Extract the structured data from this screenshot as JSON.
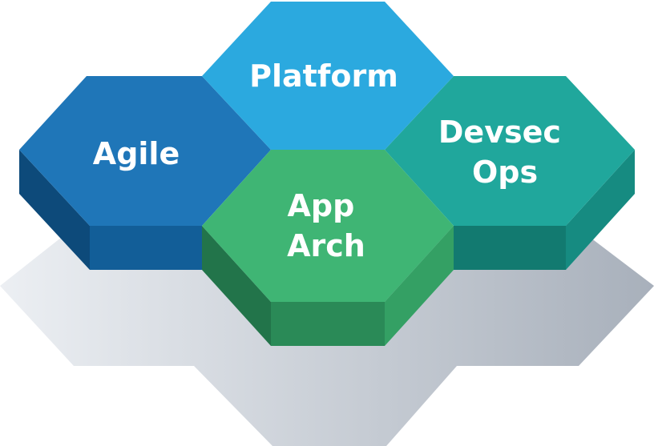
{
  "diagram": {
    "hexagons": [
      {
        "id": "agile",
        "lines": [
          "Agile"
        ],
        "colors": {
          "top": "#1f76b8",
          "left": "#0d4a7a",
          "front": "#125e98"
        }
      },
      {
        "id": "platform",
        "lines": [
          "Platform"
        ],
        "colors": {
          "top": "#2ba9df"
        }
      },
      {
        "id": "devsecops",
        "lines": [
          "Devsec",
          "Ops"
        ],
        "colors": {
          "top": "#20a79c",
          "front": "#127a70",
          "right": "#168b81"
        }
      },
      {
        "id": "app-arch",
        "lines": [
          "App",
          "Arch"
        ],
        "colors": {
          "top": "#3fb574",
          "left": "#22744a",
          "front": "#2a8a57",
          "right": "#34a064"
        }
      }
    ],
    "shadow_colors": [
      "#eceff3",
      "#a8b0bb"
    ]
  }
}
